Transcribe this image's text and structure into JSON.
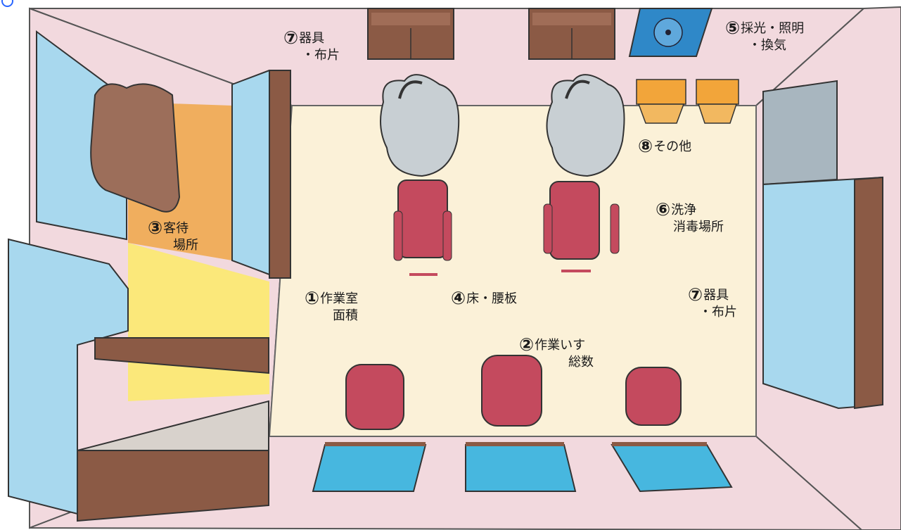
{
  "labels": {
    "area": {
      "num": "①",
      "line1": "作業室",
      "line2": "面積"
    },
    "chairs": {
      "num": "②",
      "line1": "作業いす",
      "line2": "総数"
    },
    "waiting": {
      "num": "③",
      "line1": "客待",
      "line2": "場所"
    },
    "floor": {
      "num": "④",
      "line1": "床・腰板"
    },
    "lighting": {
      "num": "⑤",
      "line1": "採光・照明",
      "line2": "・換気"
    },
    "washing": {
      "num": "⑥",
      "line1": "洗浄",
      "line2": "消毒場所"
    },
    "tools_top": {
      "num": "⑦",
      "line1": "器具",
      "line2": "・布片"
    },
    "tools_right": {
      "num": "⑦",
      "line1": "器具",
      "line2": "・布片"
    },
    "other": {
      "num": "⑧",
      "line1": "その他"
    }
  },
  "colors": {
    "wall": "#f2d9de",
    "floor": "#fbf1d8",
    "wood": "#8b5a45",
    "glass": "#a8d8ee",
    "chair": "#c44a5e",
    "waiting_area": "#f0a850",
    "waiting_area_light": "#fbe87a"
  }
}
